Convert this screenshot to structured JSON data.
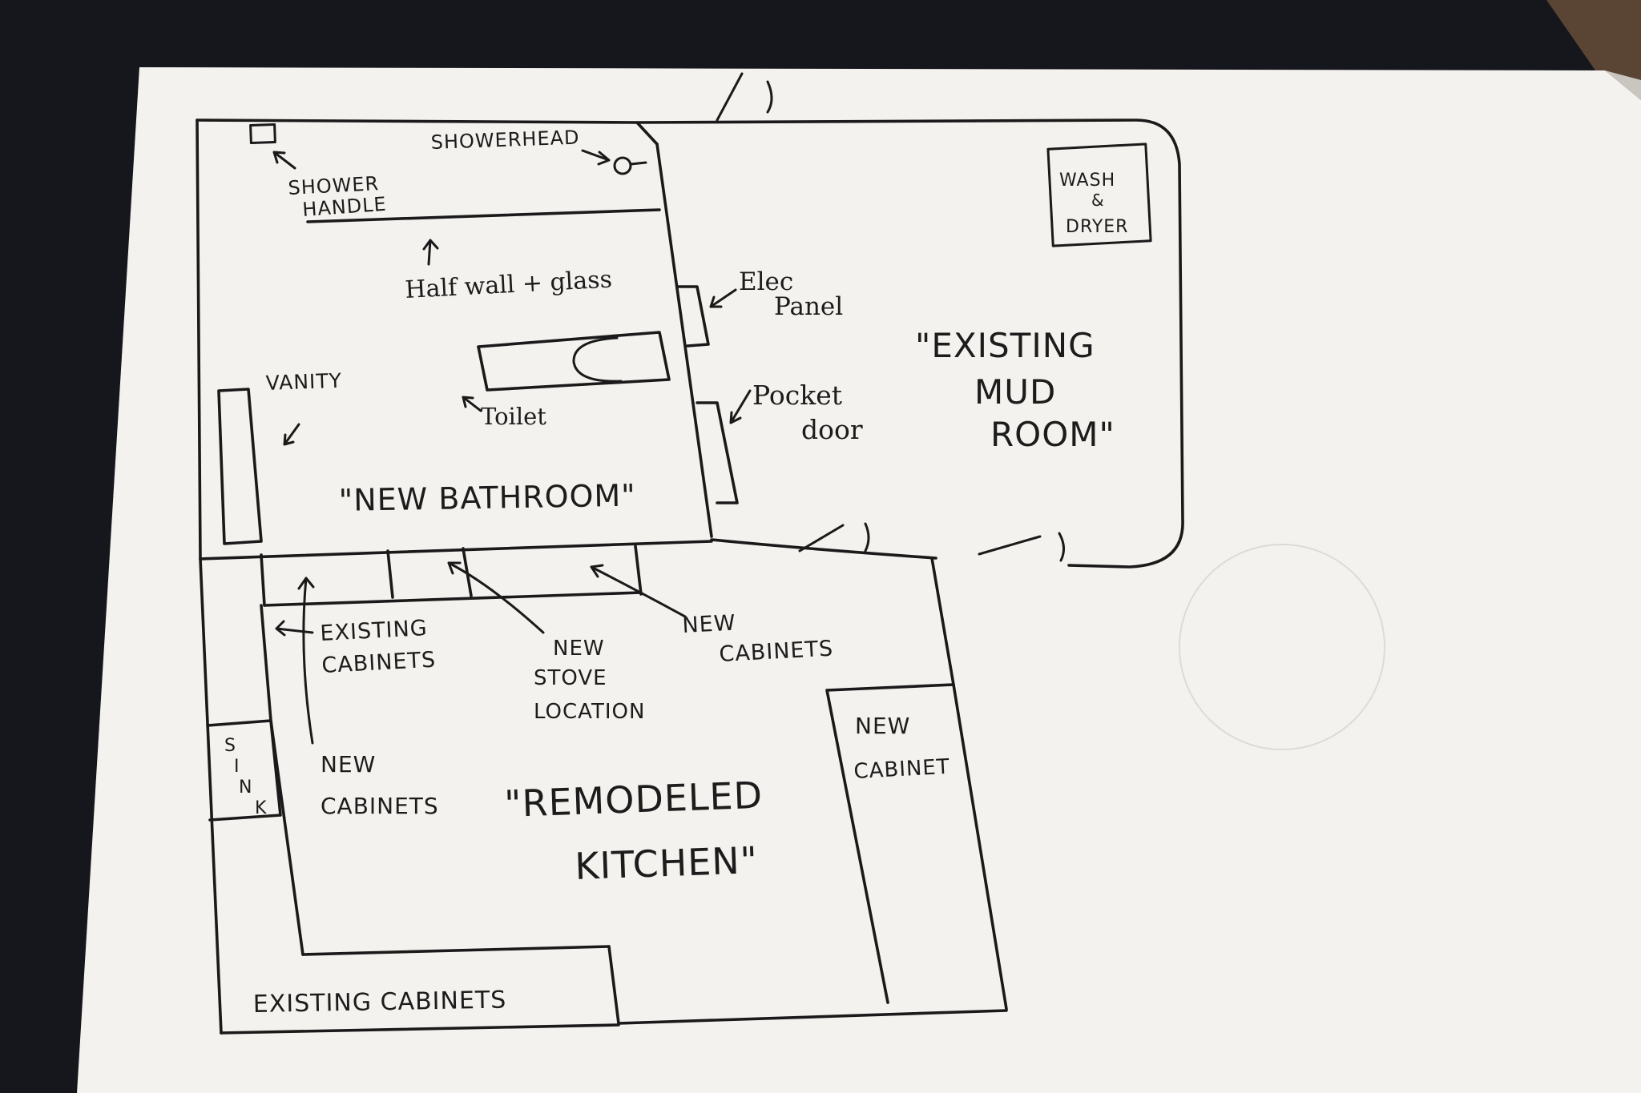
{
  "diagram": {
    "bathroom": {
      "title": "\"NEW BATHROOM\"",
      "shower_handle": [
        "SHOWER",
        "HANDLE"
      ],
      "showerhead": "SHOWERHEAD",
      "half_wall": "Half wall + glass",
      "vanity": "VANITY",
      "toilet": "Toilet"
    },
    "mud_room": {
      "title": [
        "\"EXISTING",
        "MUD",
        "ROOM\""
      ],
      "washer_dryer": [
        "WASH",
        "&",
        "DRYER"
      ],
      "elec_panel": [
        "Elec",
        "Panel"
      ],
      "pocket_door": [
        "Pocket",
        "door"
      ]
    },
    "kitchen": {
      "title": [
        "\"REMODELED",
        "KITCHEN\""
      ],
      "existing_cabinets_top": [
        "EXISTING",
        "CABINETS"
      ],
      "new_stove": [
        "NEW",
        "STOVE",
        "LOCATION"
      ],
      "new_cabinets_top": [
        "NEW",
        "CABINETS"
      ],
      "new_cabinets_left": [
        "NEW",
        "CABINETS"
      ],
      "new_cabinet_right": [
        "NEW",
        "CABINET"
      ],
      "sink": [
        "S",
        "I",
        "N",
        "K"
      ],
      "existing_cabinets_bottom": "EXISTING CABINETS"
    }
  }
}
